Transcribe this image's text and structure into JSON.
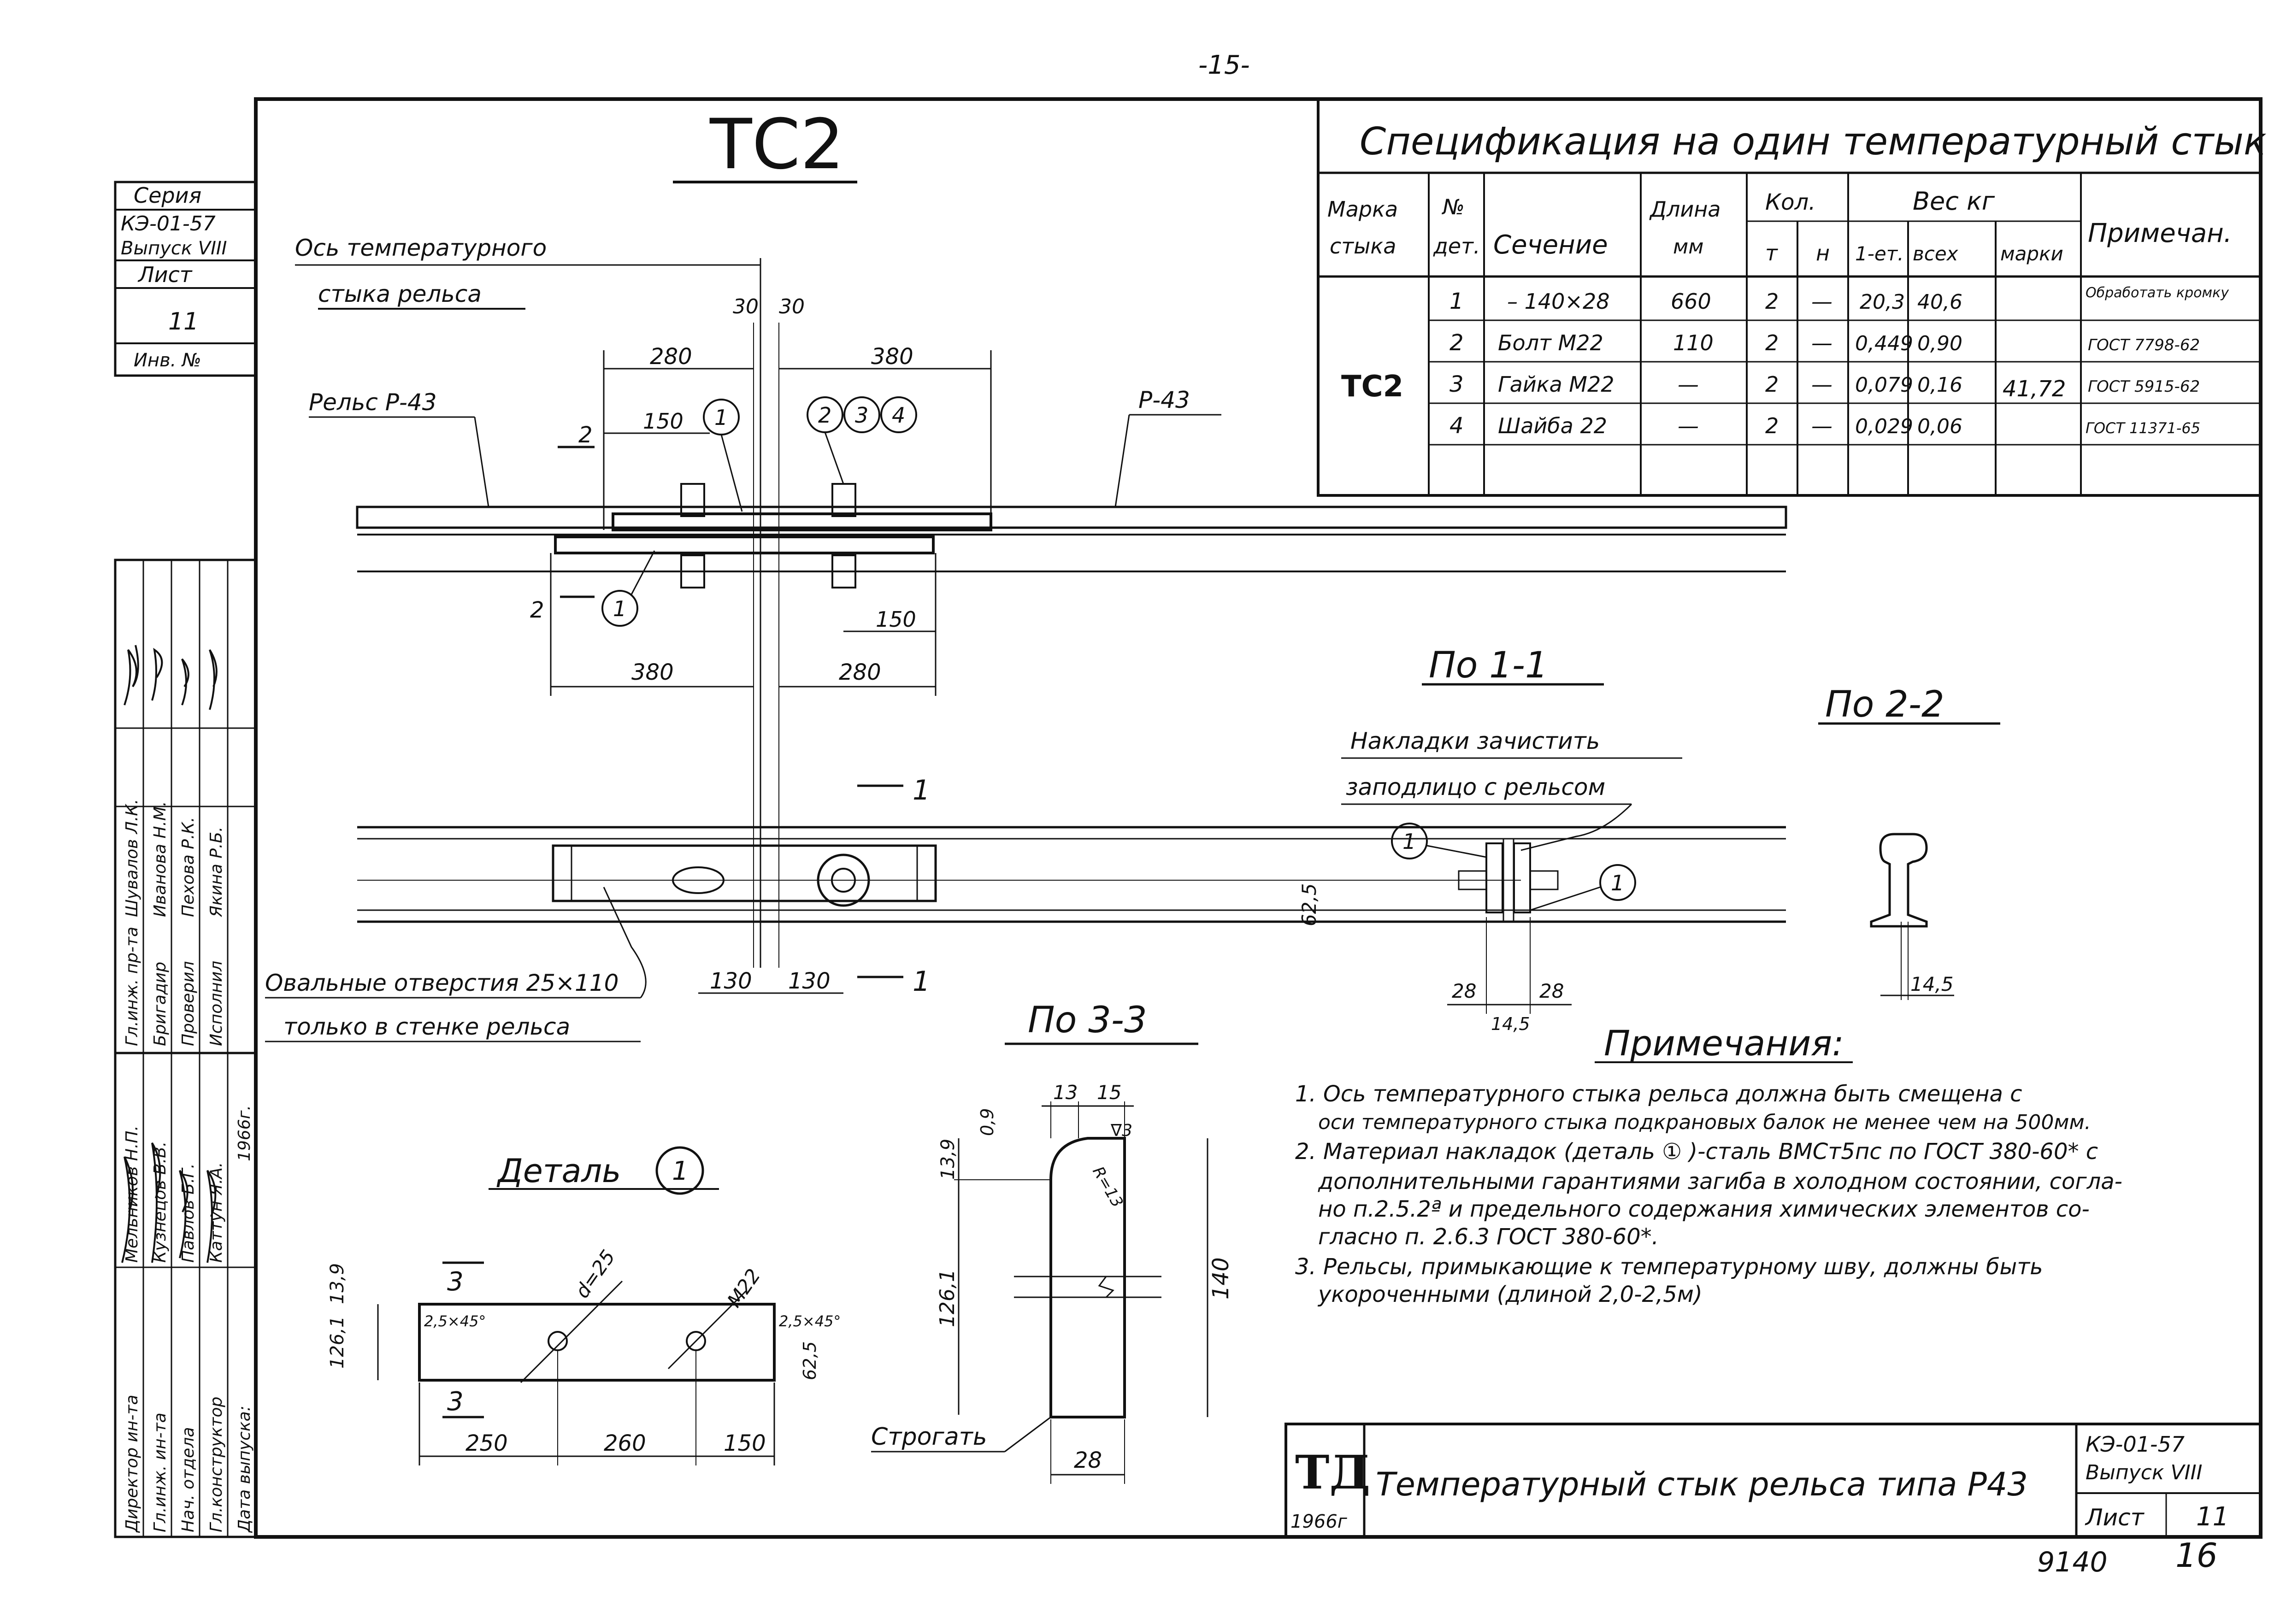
{
  "page_number": "-15-",
  "main_title": "ТС2",
  "stamp": {
    "seriya_label": "Серия",
    "seriya_value": "КЭ-01-57",
    "vypusk": "Выпуск VIII",
    "list_label": "Лист",
    "list_value": "11",
    "inv_label": "Инв. №"
  },
  "sig_rows": [
    {
      "role": "Директор ин-та",
      "name": "Мельников Н.П."
    },
    {
      "role": "Гл.инж. ин-та",
      "name": "Кузнецов В.В."
    },
    {
      "role": "Нач. отдела",
      "name": "Павлов Б.Г."
    },
    {
      "role": "Гл.конструктор",
      "name": "Каттун Я.А."
    },
    {
      "role": "Дата выпуска:",
      "name": "1966г."
    },
    {
      "role": "Гл.инж. пр-та",
      "name": "Шувалов Л.К."
    },
    {
      "role": "Бригадир",
      "name": "Иванова Н.М."
    },
    {
      "role": "Проверил",
      "name": "Пехова Р.К."
    },
    {
      "role": "Исполнил",
      "name": "Якина Р.Б."
    }
  ],
  "plan": {
    "axis_label_1": "Ось температурного",
    "axis_label_2": "стыка рельса",
    "rail_left": "Рельс Р-43",
    "rail_right": "Р-43",
    "dim_30a": "30",
    "dim_30b": "30",
    "dim_280_top": "280",
    "dim_380_top": "380",
    "dim_150_top": "150",
    "dim_150_bot": "150",
    "dim_380_bot": "380",
    "dim_280_bot": "280",
    "sec2": "2",
    "sec2b": "2",
    "balloon1": "1",
    "balloon1b": "1",
    "balloon2": "2",
    "balloon3": "3",
    "balloon4": "4"
  },
  "elevation": {
    "sec1": "1",
    "sec1b": "1",
    "holes_note_1": "Овальные отверстия 25×110",
    "holes_note_2": "только в стенке рельса",
    "dim_130a": "130",
    "dim_130b": "130",
    "dim_625": "62,5"
  },
  "view11": {
    "title": "По 1-1",
    "note_1": "Накладки зачистить",
    "note_2": "заподлицо с рельсом",
    "balloon_l": "1",
    "balloon_r": "1",
    "dim_28a": "28",
    "dim_28b": "28",
    "dim_145": "14,5"
  },
  "view22": {
    "title": "По 2-2",
    "dim_145": "14,5"
  },
  "detail": {
    "title": "Деталь",
    "balloon": "1",
    "chamfer_l": "2,5×45°",
    "chamfer_r": "2,5×45°",
    "hole_d": "d=25",
    "hole_m": "M22",
    "dim_139": "13,9",
    "dim_1261": "126,1",
    "dim_625": "62,5",
    "dim_250": "250",
    "dim_260": "260",
    "dim_150": "150",
    "sec3": "3",
    "sec3b": "3"
  },
  "view33": {
    "title": "По 3-3",
    "dim_13": "13",
    "dim_15": "15",
    "dim_09": "0,9",
    "dim_139": "13,9",
    "dim_1261": "126,1",
    "dim_140": "140",
    "dim_28": "28",
    "radius": "R=13",
    "rough": "∇3",
    "plane_note": "Строгать"
  },
  "spec": {
    "title": "Спецификация на один температурный стык",
    "headers": {
      "marka": [
        "Марка",
        "стыка"
      ],
      "no": [
        "№",
        "дет."
      ],
      "sechenie": "Сечение",
      "dlina": [
        "Длина",
        "мм"
      ],
      "kol": "Кол.",
      "t": "т",
      "n": "н",
      "ves": "Вес кг",
      "odn": "1-ет.",
      "vseh": "всех",
      "marki": "марки",
      "prim": "Примечан."
    },
    "mark": "ТС2",
    "mark_weight": "41,72",
    "rows": [
      {
        "no": "1",
        "section": "– 140×28",
        "len": "660",
        "t": "2",
        "n": "—",
        "w1": "20,3",
        "wall": "40,6",
        "note": "Обработать кромку"
      },
      {
        "no": "2",
        "section": "Болт М22",
        "len": "110",
        "t": "2",
        "n": "—",
        "w1": "0,449",
        "wall": "0,90",
        "note": "ГОСТ 7798-62"
      },
      {
        "no": "3",
        "section": "Гайка М22",
        "len": "—",
        "t": "2",
        "n": "—",
        "w1": "0,079",
        "wall": "0,16",
        "note": "ГОСТ 5915-62"
      },
      {
        "no": "4",
        "section": "Шайба 22",
        "len": "—",
        "t": "2",
        "n": "—",
        "w1": "0,029",
        "wall": "0,06",
        "note": "ГОСТ 11371-65"
      }
    ]
  },
  "notes": {
    "title": "Примечания:",
    "lines": [
      "1. Ось температурного стыка рельса должна быть смещена с",
      "оси температурного стыка подкрановых балок не менее чем на 500мм.",
      "2. Материал накладок (деталь ① )-сталь ВМСт5пс по ГОСТ 380-60* с",
      "дополнительными гарантиями загиба в холодном состоянии, согла-",
      "но п.2.5.2ª и предельного содержания химических элементов со-",
      "гласно п. 2.6.3   ГОСТ 380-60*.",
      "3. Рельсы, примыкающие к температурному шву, должны быть",
      "укороченными (длиной 2,0-2,5м)"
    ]
  },
  "titleblock": {
    "logo": "ТД",
    "year": "1966г",
    "title": "Температурный стык рельса типа Р43",
    "series": "КЭ-01-57",
    "vypusk": "Выпуск VIII",
    "list_label": "Лист",
    "list_value": "11"
  },
  "footer": {
    "order": "9140",
    "page": "16"
  }
}
